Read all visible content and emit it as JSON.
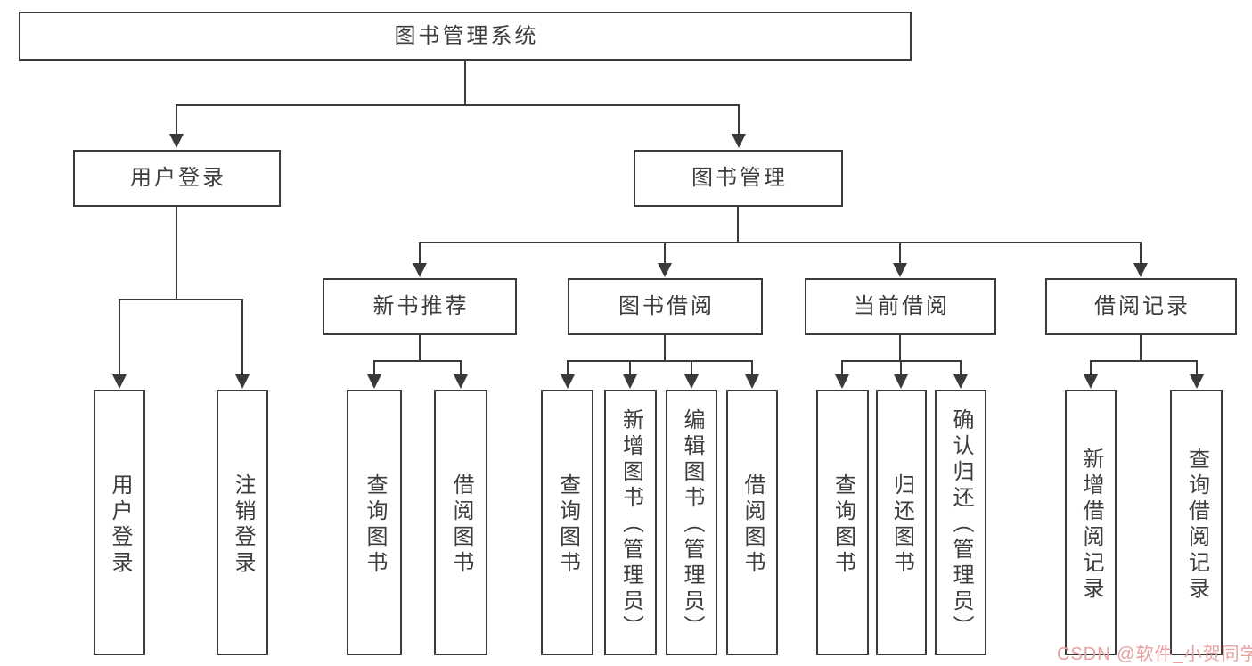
{
  "nodes": {
    "root": "图书管理系统",
    "level2": [
      "用户登录",
      "图书管理"
    ],
    "level3": [
      "新书推荐",
      "图书借阅",
      "当前借阅",
      "借阅记录"
    ],
    "login_leaves": [
      "用户登录",
      "注销登录"
    ],
    "new_book_leaves": [
      "查询图书",
      "借阅图书"
    ],
    "book_borrow_leaves": [
      "查询图书",
      "新增图书（管理员）",
      "编辑图书（管理员）",
      "借阅图书"
    ],
    "current_borrow_leaves": [
      "查询图书",
      "归还图书",
      "确认归还（管理员）"
    ],
    "borrow_record_leaves": [
      "新增借阅记录",
      "查询借阅记录"
    ]
  },
  "watermark": {
    "text": "CSDN @软件_小贺同学",
    "color": "#e8a0a0"
  },
  "colors": {
    "line": "#3a3a3a",
    "box_border": "#3a3a3a",
    "box_fill": "#ffffff",
    "text": "#3d3d3d"
  }
}
